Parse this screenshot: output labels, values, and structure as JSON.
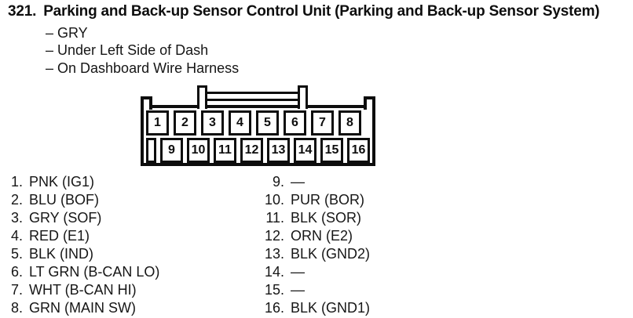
{
  "page": {
    "heading_number": "321.",
    "heading_title": "Parking and Back-up Sensor Control Unit (Parking and Back-up Sensor System)",
    "attributes": [
      "– GRY",
      "– Under Left Side of Dash",
      "– On Dashboard Wire Harness"
    ]
  },
  "connector": {
    "top_row_pins": [
      "1",
      "2",
      "3",
      "4",
      "5",
      "6",
      "7",
      "8"
    ],
    "bottom_row_pins": [
      "9",
      "10",
      "11",
      "12",
      "13",
      "14",
      "15",
      "16"
    ]
  },
  "pin_list": {
    "left": [
      {
        "num": "1.",
        "label": "PNK (IG1)"
      },
      {
        "num": "2.",
        "label": "BLU (BOF)"
      },
      {
        "num": "3.",
        "label": "GRY (SOF)"
      },
      {
        "num": "4.",
        "label": "RED (E1)"
      },
      {
        "num": "5.",
        "label": "BLK (IND)"
      },
      {
        "num": "6.",
        "label": "LT GRN (B-CAN LO)"
      },
      {
        "num": "7.",
        "label": "WHT (B-CAN HI)"
      },
      {
        "num": "8.",
        "label": "GRN (MAIN SW)"
      }
    ],
    "right": [
      {
        "num": "9.",
        "label": "—"
      },
      {
        "num": "10.",
        "label": "PUR (BOR)"
      },
      {
        "num": "11.",
        "label": "BLK (SOR)"
      },
      {
        "num": "12.",
        "label": "ORN (E2)"
      },
      {
        "num": "13.",
        "label": "BLK (GND2)"
      },
      {
        "num": "14.",
        "label": "—"
      },
      {
        "num": "15.",
        "label": "—"
      },
      {
        "num": "16.",
        "label": "BLK (GND1)"
      }
    ]
  },
  "colors": {
    "ink": "#171717",
    "line": "#0d0d0d",
    "paper": "#ffffff"
  }
}
